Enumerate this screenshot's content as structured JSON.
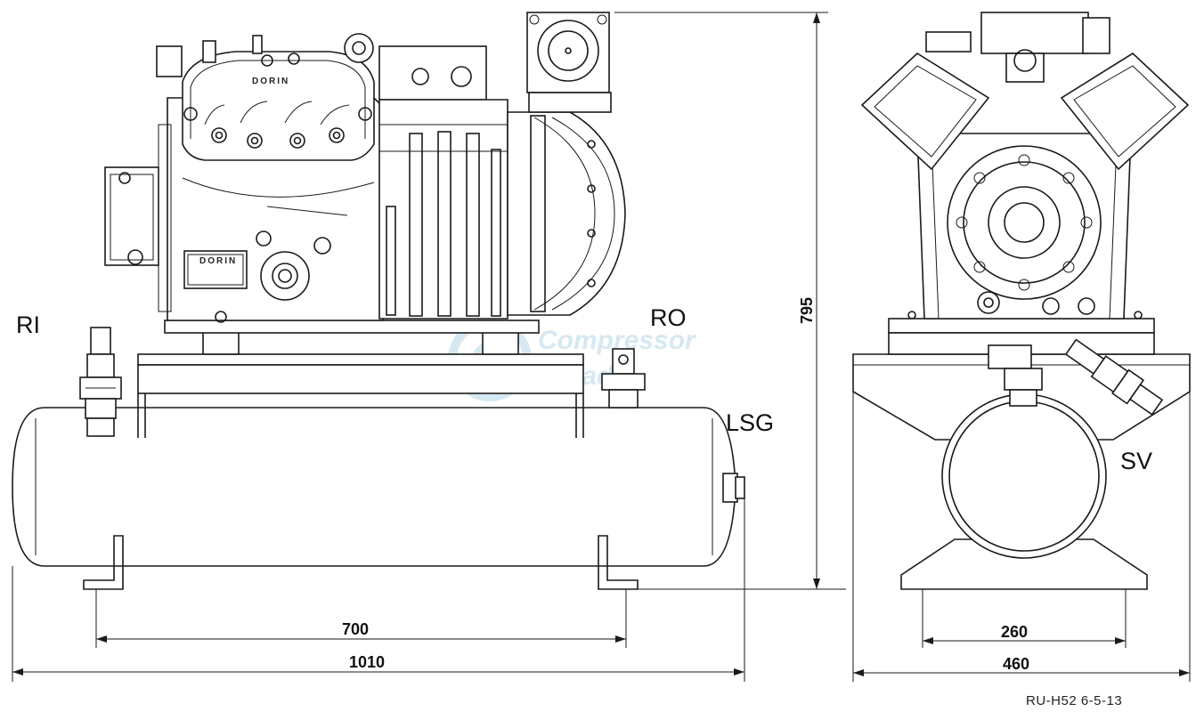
{
  "labels": {
    "ri": "RI",
    "ro": "RO",
    "lsg": "LSG",
    "sv": "SV"
  },
  "dimensions": {
    "height": "795",
    "foot_spacing": "700",
    "overall_length": "1010",
    "mount_spacing": "260",
    "overall_width": "460"
  },
  "drawing_ref": "RU-H52 6-5-13",
  "watermark": {
    "line1": "Compressor",
    "line2": "Trade"
  },
  "nameplate_text": "DORIN",
  "colors": {
    "line": "#1a1a1a",
    "watermark": "#cfe4ef",
    "background": "#ffffff"
  }
}
